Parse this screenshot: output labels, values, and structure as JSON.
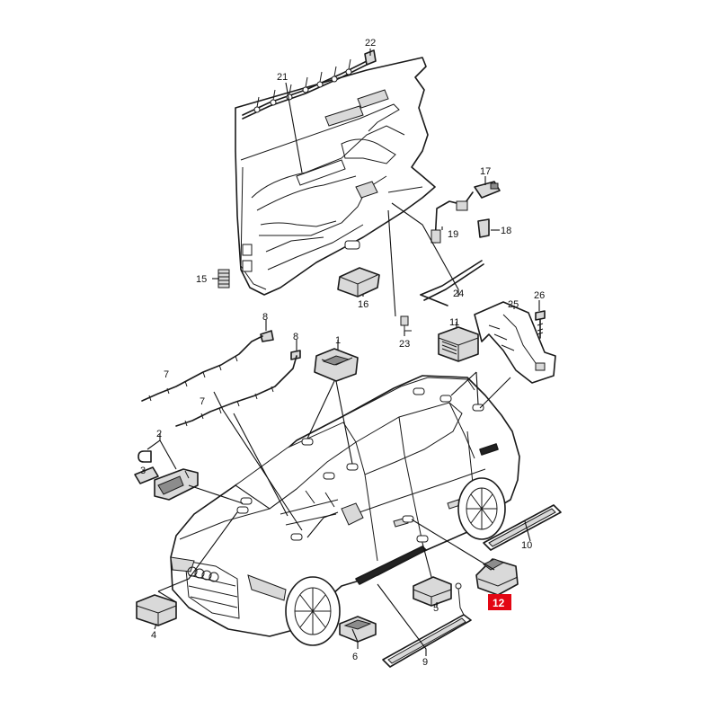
{
  "diagram": {
    "highlight_color": "#e30613",
    "highlighted_part": "12",
    "parts": {
      "p1": "1",
      "p2": "2",
      "p3": "3",
      "p4": "4",
      "p5": "5",
      "p6": "6",
      "p7a": "7",
      "p7b": "7",
      "p8a": "8",
      "p8b": "8",
      "p9": "9",
      "p10": "10",
      "p11": "11",
      "p12": "12",
      "p15": "15",
      "p16": "16",
      "p17": "17",
      "p18": "18",
      "p19": "19",
      "p21": "21",
      "p22": "22",
      "p23": "23",
      "p24": "24",
      "p25": "25",
      "p26": "26"
    }
  }
}
